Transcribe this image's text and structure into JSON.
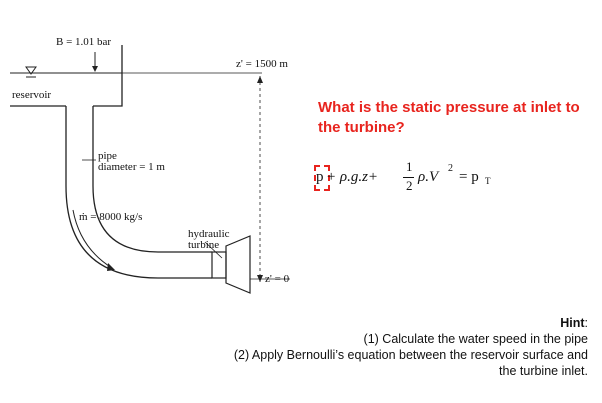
{
  "diagram": {
    "pressure_label": "B = 1.01 bar",
    "reservoir_label": "reservoir",
    "top_elevation": "z' = 1500 m",
    "pipe_label_line1": "pipe",
    "pipe_label_line2": "diameter = 1 m",
    "mass_flow": "ṁ = 8000 kg/s",
    "turbine_line1": "hydraulic",
    "turbine_line2": "turbine",
    "bottom_elevation": "z' = 0"
  },
  "question": {
    "text": "What is the static pressure at inlet to the turbine?",
    "color": "#e8241e"
  },
  "equation": {
    "p": "p",
    "term1": "+ ρ.g.z+",
    "frac_num": "1",
    "frac_den": "2",
    "term2": "ρ.V",
    "exponent": "2",
    "rhs": "= p",
    "rhs_sub": "T"
  },
  "hint": {
    "title": "Hint",
    "colon": ":",
    "item1": "(1)  Calculate the water speed in the pipe",
    "item2": "(2) Apply Bernoulli’s equation between the reservoir surface and",
    "item3": "the turbine inlet."
  }
}
